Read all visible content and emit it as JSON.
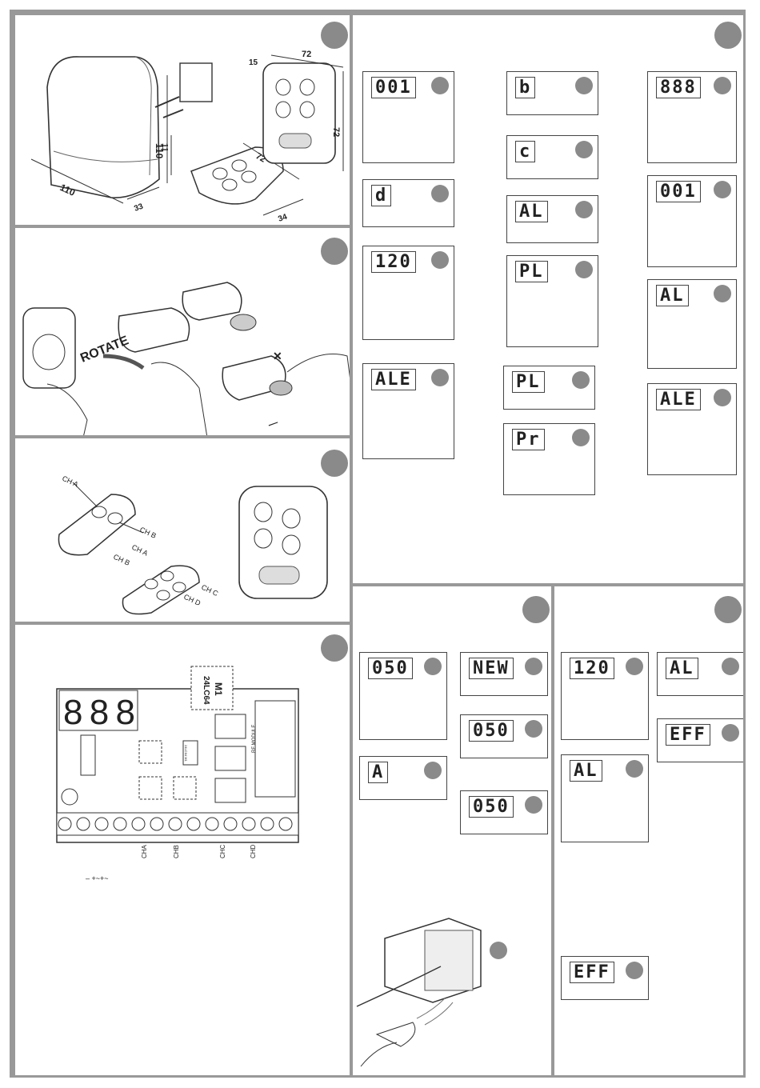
{
  "section1": {
    "dims": {
      "width": "110",
      "height": "110",
      "depth": "33",
      "gap": "11",
      "remote_len": "72",
      "remote_w": "34",
      "wall_depth": "15",
      "wall_w": "72",
      "wall_h": "72"
    }
  },
  "section2": {
    "rotate_label": "ROTATE",
    "mark_x": "✕",
    "mark_dash": "—"
  },
  "section3": {
    "remote2": {
      "ch_a": "CH A",
      "ch_b": "CH B"
    },
    "remote4": {
      "ch_a": "CH A",
      "ch_b": "CH B",
      "ch_c": "CH C",
      "ch_d": "CH D"
    }
  },
  "section4": {
    "display": "888",
    "eeprom_line1": "24LC64",
    "eeprom_line2": "M1",
    "eeprom_small": "24LC64 M1",
    "rf_module": "RF MODULE",
    "channels": [
      "CHA",
      "CHB",
      "CHC",
      "CHD"
    ],
    "power_signs": "–  +~+~"
  },
  "steps": {
    "s5": [
      "001",
      "b",
      "888",
      "d",
      "c",
      "001",
      "120",
      "AL",
      "AL",
      "PL",
      "ALE",
      "PL",
      "ALE",
      "Pr"
    ],
    "s6": [
      "050",
      "NEW",
      "050",
      "A",
      "050"
    ],
    "s7": [
      "120",
      "AL",
      "AL",
      "EFF",
      "EFF"
    ]
  }
}
